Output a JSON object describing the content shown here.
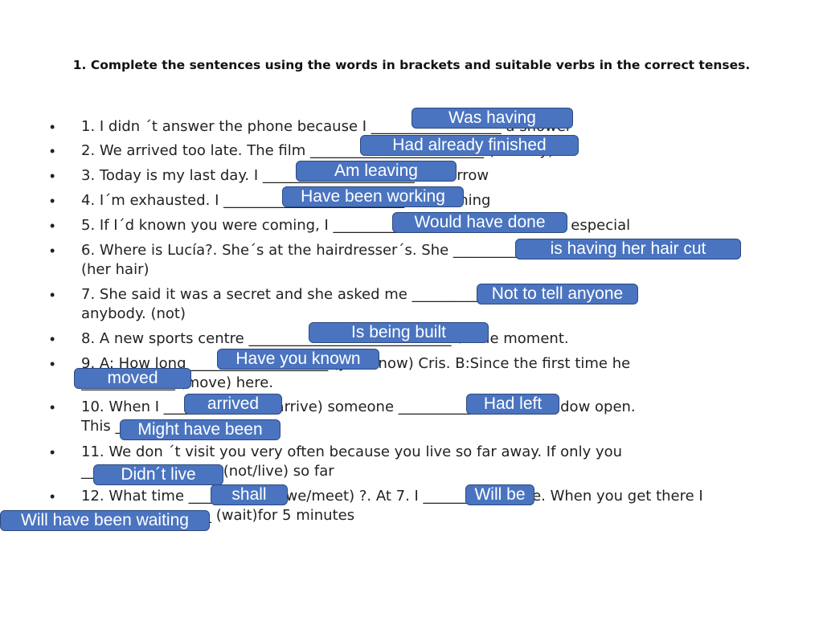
{
  "title": "1. Complete the sentences using the words in brackets and suitable verbs in the correct tenses.",
  "bullet_glyph": "•",
  "lines": {
    "l1": "1. I didn ´t answer the phone because I __________________ a shower",
    "l2": "2. We arrived too late. The film ________________________ (already)",
    "l3": "3. Today is my last day. I _____________________ tomorrow",
    "l4": "4. I´m exhausted. I _________________________ all morning",
    "l5": "5. If I´d known you were coming, I _____________________ something especial",
    "l6a": "6. Where is Lucía?. She´s at the hairdresser´s. She ____________________________",
    "l6b": "(her hair)",
    "l7a": "7. She said it was a secret and she asked me ____________________________",
    "l7b": "anybody. (not)",
    "l8": "8. A new sports centre ____________________________ at the moment.",
    "l9a": "9. A: How long ___________________ (you/know) Cris.      B:Since the first time he",
    "l9b": "_____________ (move) here.",
    "l10a": "10. When I ______________ (arrive) someone _______________the window open.",
    "l10b": "This ____________ n",
    "l11a": "11. We don ´t visit you very often because you live so far away. If only you",
    "l11b": "___________________ (not/live) so far",
    "l12a": "12. What time ____________ (we/meet) ?. At 7. I ___________there. When you get there I",
    "l12b": "__________________ (wait)for 5 minutes"
  },
  "answers": {
    "a1": "Was having",
    "a2": "Had already finished",
    "a3": "Am leaving",
    "a4": "Have been working",
    "a5": "Would have done",
    "a6": "is having her hair cut",
    "a7": "Not to tell anyone",
    "a8": "Is being built",
    "a9": "Have you known",
    "a9b": "moved",
    "a10": "arrived",
    "a10b": "Had left",
    "a10c": "Might have been",
    "a11": "Didn´t live",
    "a12": "shall",
    "a12b": "Will be",
    "a12c": "Will have been waiting"
  },
  "colors": {
    "answer_box_fill": "#4a74c0",
    "answer_box_border": "#2b4a7e",
    "answer_text": "#ffffff"
  }
}
